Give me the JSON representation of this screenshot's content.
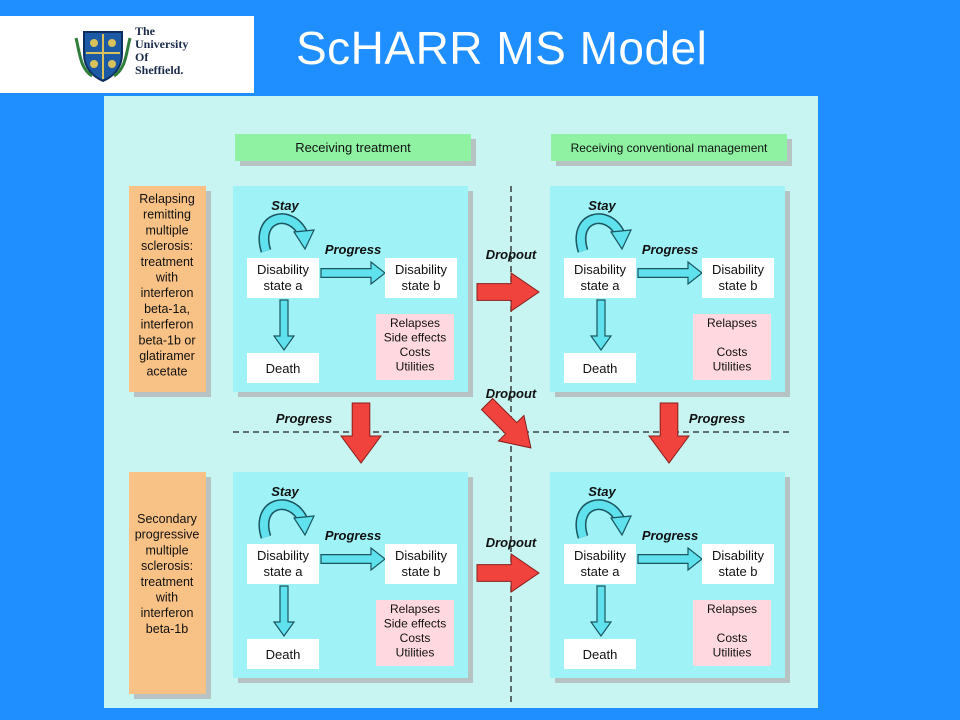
{
  "header": {
    "title": "ScHARR MS Model",
    "logo_lines": [
      "The",
      "University",
      "Of",
      "Sheffield."
    ]
  },
  "diagram": {
    "headers": {
      "left": "Receiving treatment",
      "right": "Receiving conventional management"
    },
    "side_labels": {
      "top": [
        "Relapsing",
        "remitting",
        "multiple",
        "sclerosis:",
        "treatment",
        "with",
        "interferon",
        "beta-1a,",
        "interferon",
        "beta-1b or",
        "glatiramer",
        "acetate"
      ],
      "bottom": [
        "Secondary",
        "progressive",
        "multiple",
        "sclerosis:",
        "treatment",
        "with",
        "interferon",
        "beta-1b"
      ]
    },
    "quad": {
      "stay": "Stay",
      "progress": "Progress",
      "state_a": [
        "Disability",
        "state a"
      ],
      "state_b": [
        "Disability",
        "state b"
      ],
      "death": "Death"
    },
    "outcomes_treatment": [
      "Relapses",
      "Side effects",
      "Costs",
      "Utilities"
    ],
    "outcomes_conventional": [
      "Relapses",
      "",
      "Costs",
      "Utilities"
    ],
    "dropout": "Dropout",
    "progress": "Progress"
  },
  "colors": {
    "background": "#1f8fff",
    "panel": "#9ff2f6",
    "figure_bg": "#c8f4f2",
    "header_green": "#8ff2a2",
    "side_orange": "#f8c286",
    "outcome_pink": "#ffd9df",
    "red_arrow": "#f0433e",
    "cyan_arrow": "#5fe2ee"
  }
}
